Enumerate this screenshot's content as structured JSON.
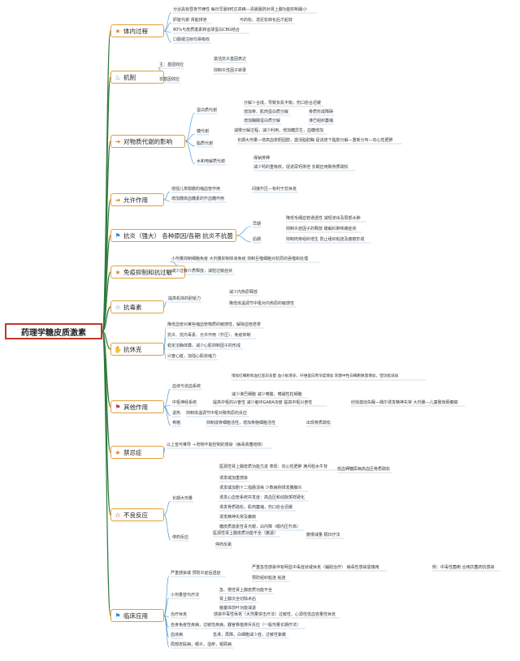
{
  "root": "药理学糖皮质激素",
  "branches": [
    {
      "label": "体内过程",
      "icon": "star-icon",
      "color": "#e67e22"
    },
    {
      "label": "机制",
      "icon": "flame-icon",
      "color": "#2e86de"
    },
    {
      "label": "对物质代谢的影响",
      "icon": "arrow-icon",
      "color": "#e67e22"
    },
    {
      "label": "允许作用",
      "icon": "arrow-icon",
      "color": "#e67e22"
    },
    {
      "label": "抗炎（强大） 各种原因/各期 抗炎不抗菌",
      "icon": "flag-icon",
      "color": "#2e86de"
    },
    {
      "label": "免疫抑制和抗过敏",
      "icon": "star-icon",
      "color": "#e67e22"
    },
    {
      "label": "抗毒素",
      "icon": "star-outline-icon",
      "color": "#2e86de"
    },
    {
      "label": "抗休克",
      "icon": "hand-icon",
      "color": "#e0a23b"
    },
    {
      "label": "其他作用",
      "icon": "flag-icon",
      "color": "#c0392b"
    },
    {
      "label": "禁忌症",
      "icon": "star-icon",
      "color": "#e67e22"
    },
    {
      "label": "不良反应",
      "icon": "star-outline-icon",
      "color": "#c0392b"
    },
    {
      "label": "临床应用",
      "icon": "flag-icon",
      "color": "#2e86de"
    }
  ],
  "nodes": {
    "b1": [
      "分泌具有昼夜节律性 每日早晨8时达高峰—清晨服药对肾上腺功能抑制最小",
      "肝脏代谢 肾脏排泄",
      "80%与皮质激素转运球蛋白CBG结合",
      "口服或注射均易吸收",
      "可的松、泼尼松转化后才起效"
    ],
    "b2": [
      "主：基因效应",
      "非基因效应",
      "激活抗炎基因表达",
      "抑制炎性因子转录"
    ],
    "b3": [
      "蛋白质代谢",
      "糖代谢",
      "脂质代谢",
      "水和电解质代谢",
      "分解＞合成，导致负氮平衡，伤口愈合迟缓",
      "增加骨、肌肉蛋白质分解",
      "骨质形成障碍",
      "增加胸腺蛋白质分解",
      "淋巴组织萎缩",
      "减慢分解过程，减少利用，增加糖异生，血糖增加",
      "长期大剂量—增高血浆胆固醇，激活脂肪酶 促进皮下脂肪分解—重新分布—向心性肥胖",
      "保钠排钾",
      "减少钙的重吸收，促进尿钙排泄 长期应用致骨质疏松"
    ],
    "b4": [
      "增强儿茶酚胺的缩血管作用",
      "增加胰高血糖素的升血糖作用",
      "间接升压—有利于抗休克"
    ],
    "b5": [
      "早期",
      "后期",
      "降低毛细血管通透性 减轻渗出及局部水肿",
      "抑制炎症因子的释放 缓解红肿热痛症状",
      "抑制肉芽组织增生 防止组织粘连及瘢痕形成"
    ],
    "b6": [
      "小剂量抑制细胞免疫 大剂量抑制体液免疫 抑制巨噬细胞对抗原的吞噬和处理",
      "减少过敏介质释放，减轻过敏症状"
    ],
    "b7": [
      "提高机体的耐受力",
      "减少内热原释放",
      "降低体温调节中枢对内热原的敏感性"
    ],
    "b8": [
      "降低血管对某些缩血管物质的敏感性，解除血管痉挛",
      "抗炎、抗内毒素、允许作用（升压）、免疫抑制",
      "稳定溶酶体膜，减少心肌抑制因子的形成",
      "兴奋心脏，加强心肌收缩力"
    ],
    "b9": [
      "血液与造血系统",
      "中枢神经系统",
      "退热",
      "骨骼",
      "增加红细胞和血红蛋白含量 血小板增多，纤维蛋白原浓度增加 刺激中性白细胞数量增加，但功能减弱",
      "减少淋巴细胞 减少嗜酸、嗜碱性粒细胞",
      "提高中枢的兴奋性 减少脑中GABA浓度 提高中枢兴奋性",
      "欣快激动失眠—偶尔诱发精神失常 大剂量—儿童致惊厥癫痫",
      "抑制体温调节中枢对致热原的反应",
      "抑制成骨细胞活性，增加骨骼细胞活性",
      "出现骨质疏松"
    ],
    "b10": [
      "以上皆可推导 ＋药物不能控制的感染（病毒真菌结核）"
    ],
    "b11": [
      "长期大剂量",
      "停药反应",
      "医源性肾上腺皮质功能亢进 表现：向心性肥胖 满月脸水牛背",
      "低血钾糖尿病高血压骨质疏松",
      "诱发或加重感染",
      "诱发或加剧十二指肠溃疡 少数病例诱发胰腺炎",
      "诱发心血管系统并发症：高血压和动脉粥样硬化",
      "诱发骨质疏松，肌肉萎缩，伤口愈合迟缓",
      "诱发精神失常及癫痫",
      "糖皮质激素性青光眼，白内障（眼内压升高）",
      "医源性肾上腺皮质功能不全（撤退）",
      "撤慢减量 隔日疗法",
      "停药反跳"
    ],
    "b12": [
      "严重感染或 预防炎症后遗症",
      "小剂量替代疗法",
      "治疗休克",
      "自身免疫性疾病，过敏性疾病，器官移植排斥反应（一般剂量长期疗法）",
      "血液病",
      "局部皮肤病，眼炎，湿疹，银屑病",
      "严重急性感染伴有明显中毒症状或休克（辅助治疗） 病毒性感染需慎用",
      "例：中毒性菌痢 合用抗菌药抗感染",
      "预防组织粘连 粘连",
      "急、慢性肾上腺皮质功能不全",
      "肾上腺次全切除术后",
      "脑垂体前叶功能减退",
      "感染中毒性休克（大剂量突击疗法）过敏性、心源性低血容量性休克",
      "急淋，再障，白细胞减少症，过敏性紫癜"
    ]
  }
}
